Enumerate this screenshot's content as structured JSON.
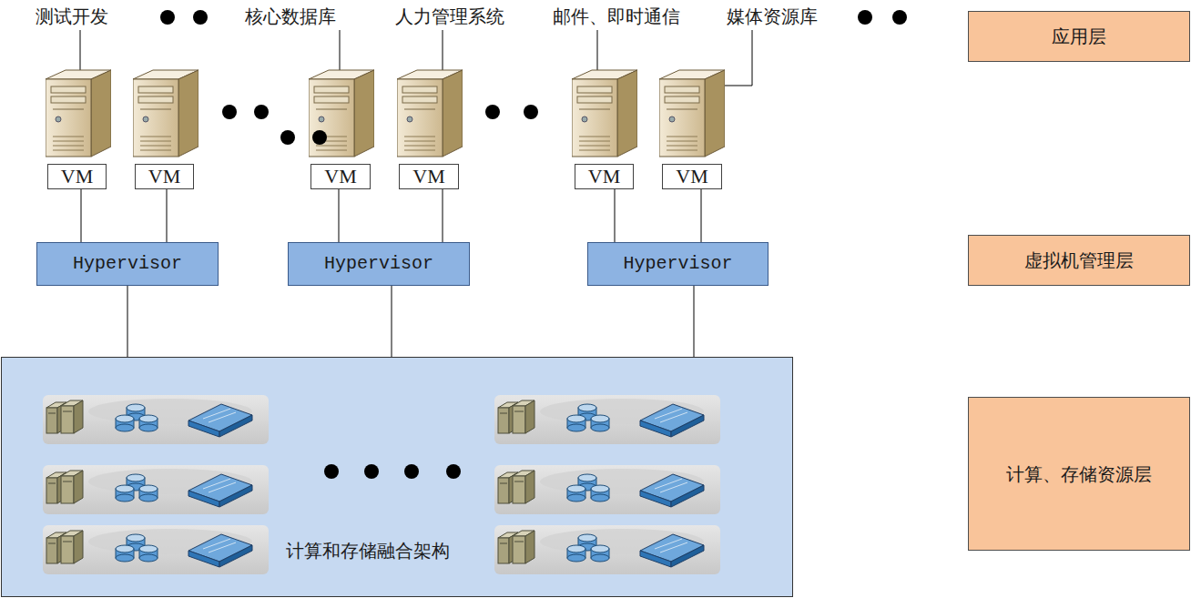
{
  "diagram": {
    "nodes": [
      {
        "text": [
          "应用层"
        ]
      },
      {
        "text": [
          "VM"
        ]
      },
      {
        "text": [
          "VM"
        ]
      },
      {
        "text": [
          "VM"
        ]
      },
      {
        "text": [
          "VM"
        ]
      },
      {
        "text": [
          "VM"
        ]
      },
      {
        "text": [
          "VM"
        ]
      },
      {
        "text": [
          "Hypervisor"
        ]
      },
      {
        "text": [
          "Hypervisor"
        ]
      },
      {
        "text": [
          "Hypervisor"
        ]
      },
      {
        "text": [
          "虚拟机管理层"
        ]
      },
      {
        "text": [
          "计算和存储融合架构"
        ]
      },
      {
        "text": [
          "计算、存储资源层"
        ]
      }
    ],
    "edges": [
      {
        "from": 1,
        "to": 7,
        "arrow": "none"
      },
      {
        "from": 2,
        "to": 7,
        "arrow": "none"
      },
      {
        "from": 3,
        "to": 8,
        "arrow": "none"
      },
      {
        "from": 4,
        "to": 8,
        "arrow": "none"
      },
      {
        "from": 5,
        "to": 9,
        "arrow": "none"
      },
      {
        "from": 6,
        "to": 9,
        "arrow": "none"
      },
      {
        "from": 7,
        "to": 11,
        "arrow": "none"
      },
      {
        "from": 8,
        "to": 11,
        "arrow": "none"
      },
      {
        "from": 9,
        "to": 11,
        "arrow": "none"
      }
    ],
    "labels": [
      "测试开发",
      "核心数据库",
      "人力管理系统",
      "邮件、即时通信",
      "媒体资源库"
    ]
  }
}
